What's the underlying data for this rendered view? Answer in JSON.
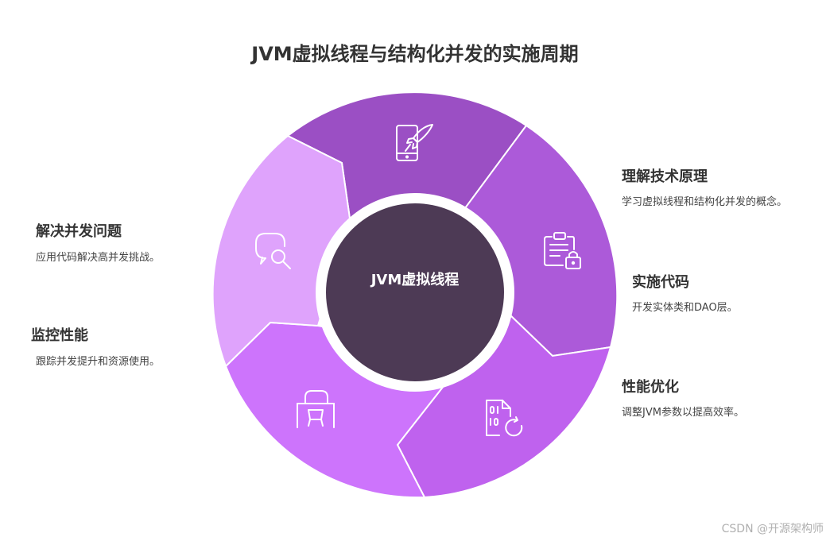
{
  "title": "JVM虚拟线程与结构化并发的实施周期",
  "center_label": "JVM虚拟线程",
  "steps": [
    {
      "title": "理解技术原理",
      "desc": "学习虚拟线程和结构化并发的概念。",
      "icon": "phone-rocket-icon",
      "color": "#9b4fc4"
    },
    {
      "title": "实施代码",
      "desc": "开发实体类和DAO层。",
      "icon": "clipboard-lock-icon",
      "color": "#ac5ad9"
    },
    {
      "title": "性能优化",
      "desc": "调整JVM参数以提高效率。",
      "icon": "binary-file-refresh-icon",
      "color": "#bf62ee"
    },
    {
      "title": "监控性能",
      "desc": "跟踪并发提升和资源使用。",
      "icon": "desk-chair-icon",
      "color": "#cd74fc"
    },
    {
      "title": "解决并发问题",
      "desc": "应用代码解决高并发挑战。",
      "icon": "chat-search-icon",
      "color": "#dfa3fc"
    }
  ],
  "colors": {
    "center": "#4d3a55",
    "ring": "#ffffff"
  },
  "watermark": "CSDN @开源架构师"
}
